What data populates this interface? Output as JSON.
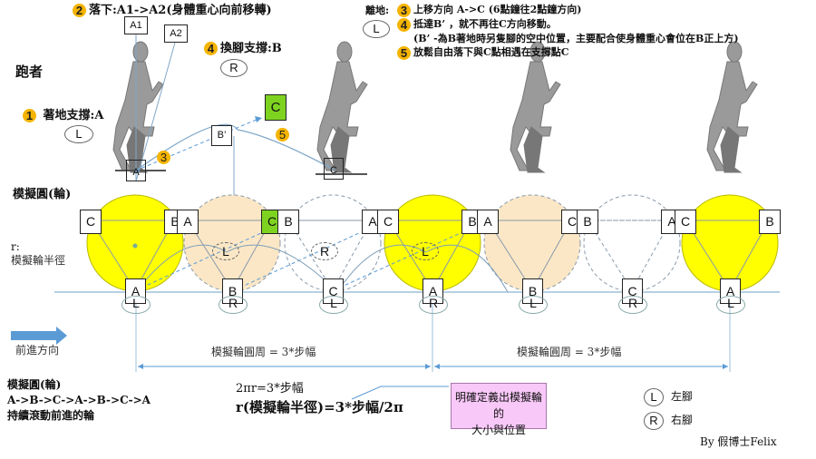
{
  "header": {
    "step2": {
      "num": "2",
      "text": "落下:A1->A2(身體重心向前移轉)"
    },
    "box_a1": "A1",
    "box_a2": "A2",
    "step4": {
      "num": "4",
      "text": "換腳支撐:B",
      "foot": "R"
    },
    "runner_label": "跑者",
    "step1": {
      "num": "1",
      "text": "著地支撐:A",
      "foot": "L"
    },
    "box_c_top": "C",
    "box_b_prime": "B’",
    "marker3": "3",
    "marker5": "5",
    "box_a_ground": "A",
    "box_c_ground": "C"
  },
  "notes": {
    "title": "離地:",
    "foot": "L",
    "lines": [
      {
        "num": "3",
        "text": "上移方向 A->C (6點鐘往2點鐘方向)"
      },
      {
        "num": "4",
        "text": "抵達B’ ，就不再往C方向移動。"
      },
      {
        "num": "",
        "text": "(B’ -為B著地時另隻腳的空中位置，主要配合使身體重心會位在B正上方)"
      },
      {
        "num": "5",
        "text": "放鬆自由落下與C點相遇在支撐點C"
      }
    ]
  },
  "wheel_section": {
    "title": "模擬圓(輪)",
    "r_label": "r:",
    "r_desc": "模擬輪半徑",
    "wheels": [
      {
        "tl": "C",
        "tr": "B",
        "bottom": "A",
        "foot": "L",
        "style": "yellow"
      },
      {
        "tl": "A",
        "tr": "C",
        "bottom": "B",
        "foot": "R",
        "style": "beige",
        "tr_highlight": true
      },
      {
        "tl": "B",
        "tr": "A",
        "bottom": "C",
        "foot": "L",
        "style": "dashed"
      },
      {
        "tl": "C",
        "tr": "B",
        "bottom": "A",
        "foot": "R",
        "style": "yellow"
      },
      {
        "tl": "A",
        "tr": "C",
        "bottom": "B",
        "foot": "L",
        "style": "beige"
      },
      {
        "tl": "B",
        "tr": "A",
        "bottom": "C",
        "foot": "R",
        "style": "dashed"
      },
      {
        "tl": "C",
        "tr": "B",
        "bottom": "A",
        "foot": "L",
        "style": "yellow"
      }
    ],
    "air_feet": [
      "L",
      "R",
      "L"
    ]
  },
  "direction_label": "前進方向",
  "circumference_labels": [
    "模擬輪圓周 = 3*步幅",
    "模擬輪圓周 = 3*步幅"
  ],
  "footer": {
    "summary": [
      "模擬圓(輪)",
      "A->B->C->A->B->C->A",
      "持續滾動前進的輪"
    ],
    "formula1": "2πr=3*步幅",
    "formula2": "r(模擬輪半徑)=3*步幅/2π",
    "callout": [
      "明確定義出模擬輪的",
      "大小與位置"
    ],
    "legend": [
      {
        "key": "L",
        "label": "左腳"
      },
      {
        "key": "R",
        "label": "右腳"
      }
    ],
    "credit": "By 假博士Felix"
  },
  "colors": {
    "yellow": "#ffff00",
    "beige": "#fbe7c6",
    "green": "#7ed321",
    "line": "#7fa7c9",
    "badge": "#f5b400",
    "arrow": "#5b9bd5",
    "callout": "#f8c8f8"
  }
}
